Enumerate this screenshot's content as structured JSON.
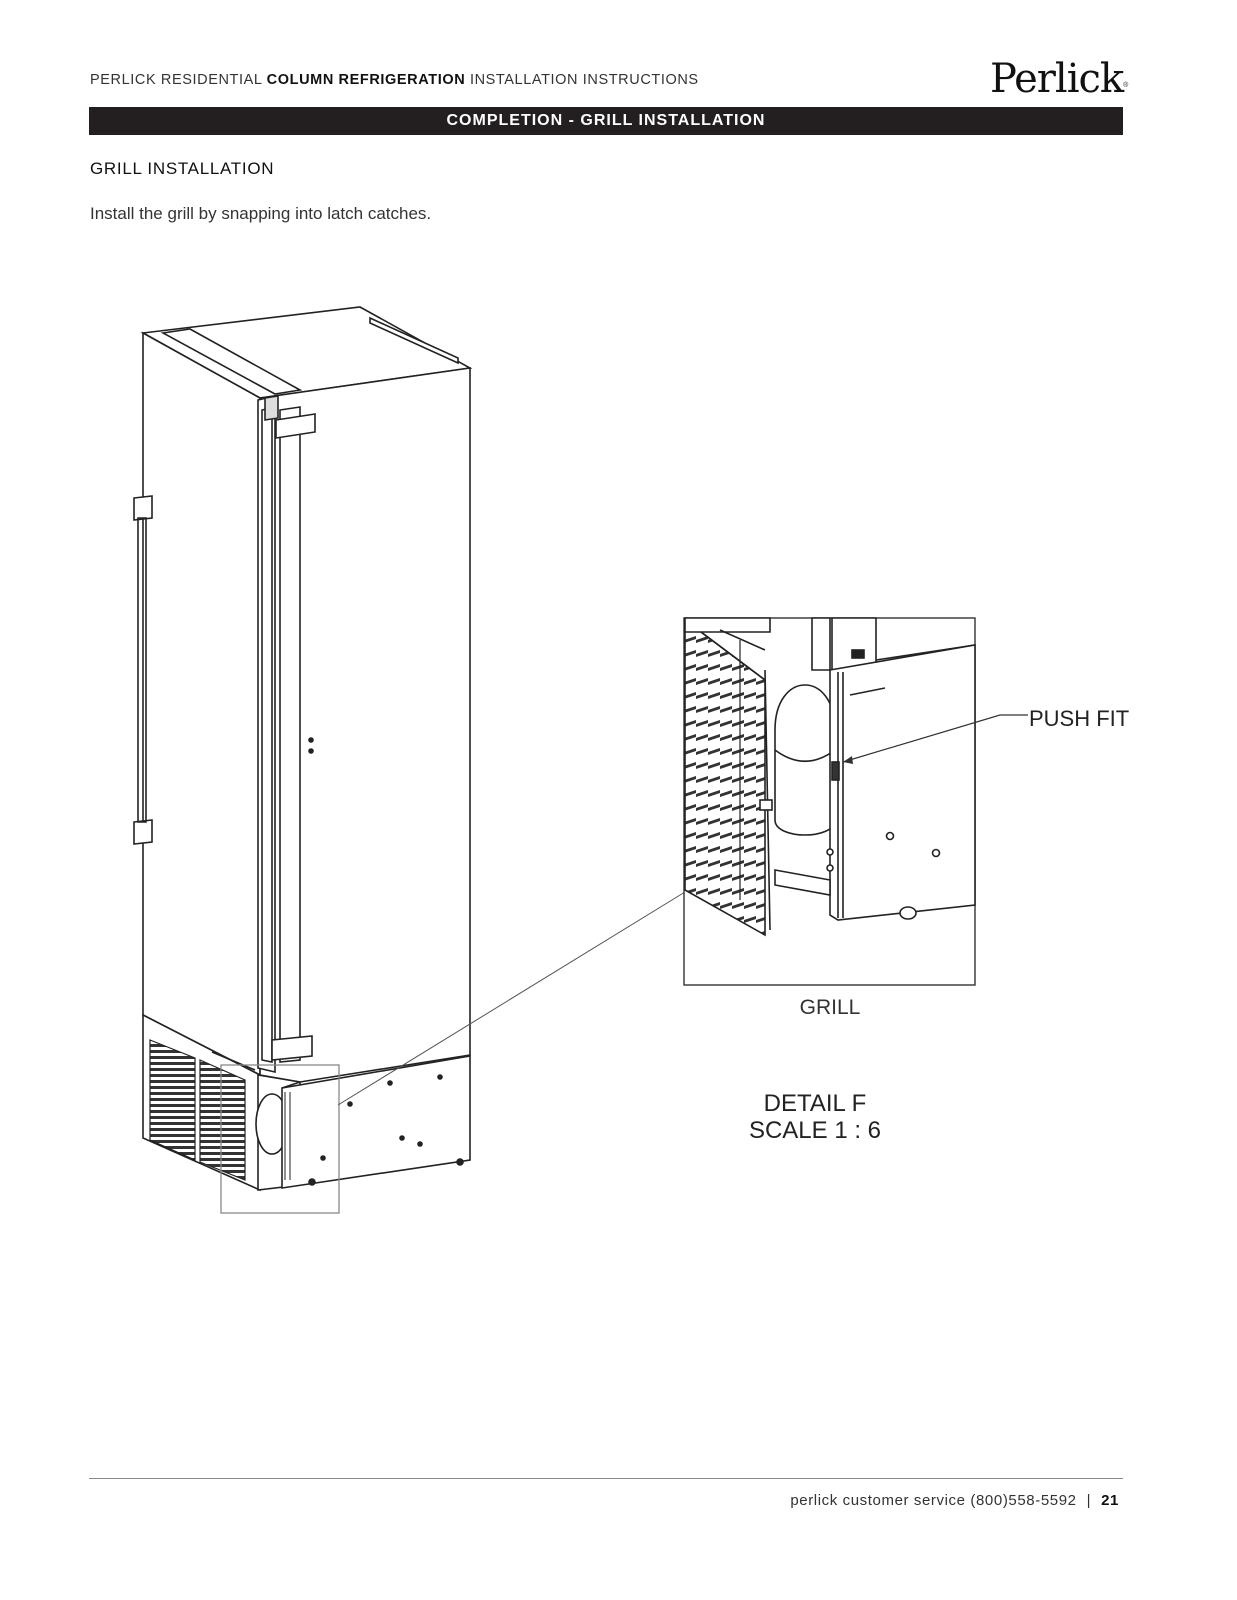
{
  "header": {
    "prefix": "PERLICK RESIDENTIAL",
    "bold": "COLUMN REFRIGERATION",
    "suffix": "INSTALLATION INSTRUCTIONS",
    "logo_text": "Perlick",
    "logo_mark": "®"
  },
  "section_bar": {
    "title": "COMPLETION - GRILL INSTALLATION"
  },
  "content": {
    "heading": "GRILL INSTALLATION",
    "paragraph": "Install the grill by snapping into latch catches."
  },
  "figure": {
    "callout_label": "PUSH FIT",
    "part_label": "GRILL",
    "detail_title": "DETAIL F",
    "detail_scale": "SCALE 1 : 6"
  },
  "footer": {
    "service_text": "perlick customer service",
    "phone": "(800)558-5592",
    "separator": "|",
    "page_number": "21"
  }
}
